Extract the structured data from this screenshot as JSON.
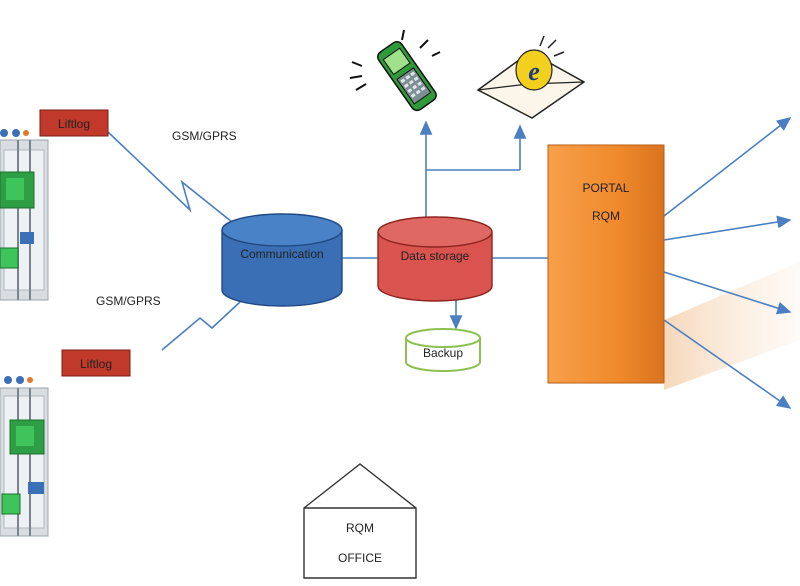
{
  "labels": {
    "liftlog_top": "Liftlog",
    "liftlog_bottom": "Liftlog",
    "gsm_top": "GSM/GPRS",
    "gsm_bottom": "GSM/GPRS",
    "communication": "Communication",
    "data_storage": "Data storage",
    "backup": "Backup",
    "portal_line1": "PORTAL",
    "portal_line2": "RQM",
    "office_line1": "RQM",
    "office_line2": "OFFICE"
  },
  "icons": {
    "phone": "mobile-phone-icon",
    "email": "email-envelope-icon",
    "elevator": "elevator-illustration"
  },
  "colors": {
    "liftlog_fill": "#c0392b",
    "communication_fill": "#3a6fb5",
    "storage_fill": "#d9534f",
    "backup_stroke": "#8cc152",
    "portal_fill": "#f08a2c",
    "line": "#4a7fc1"
  }
}
